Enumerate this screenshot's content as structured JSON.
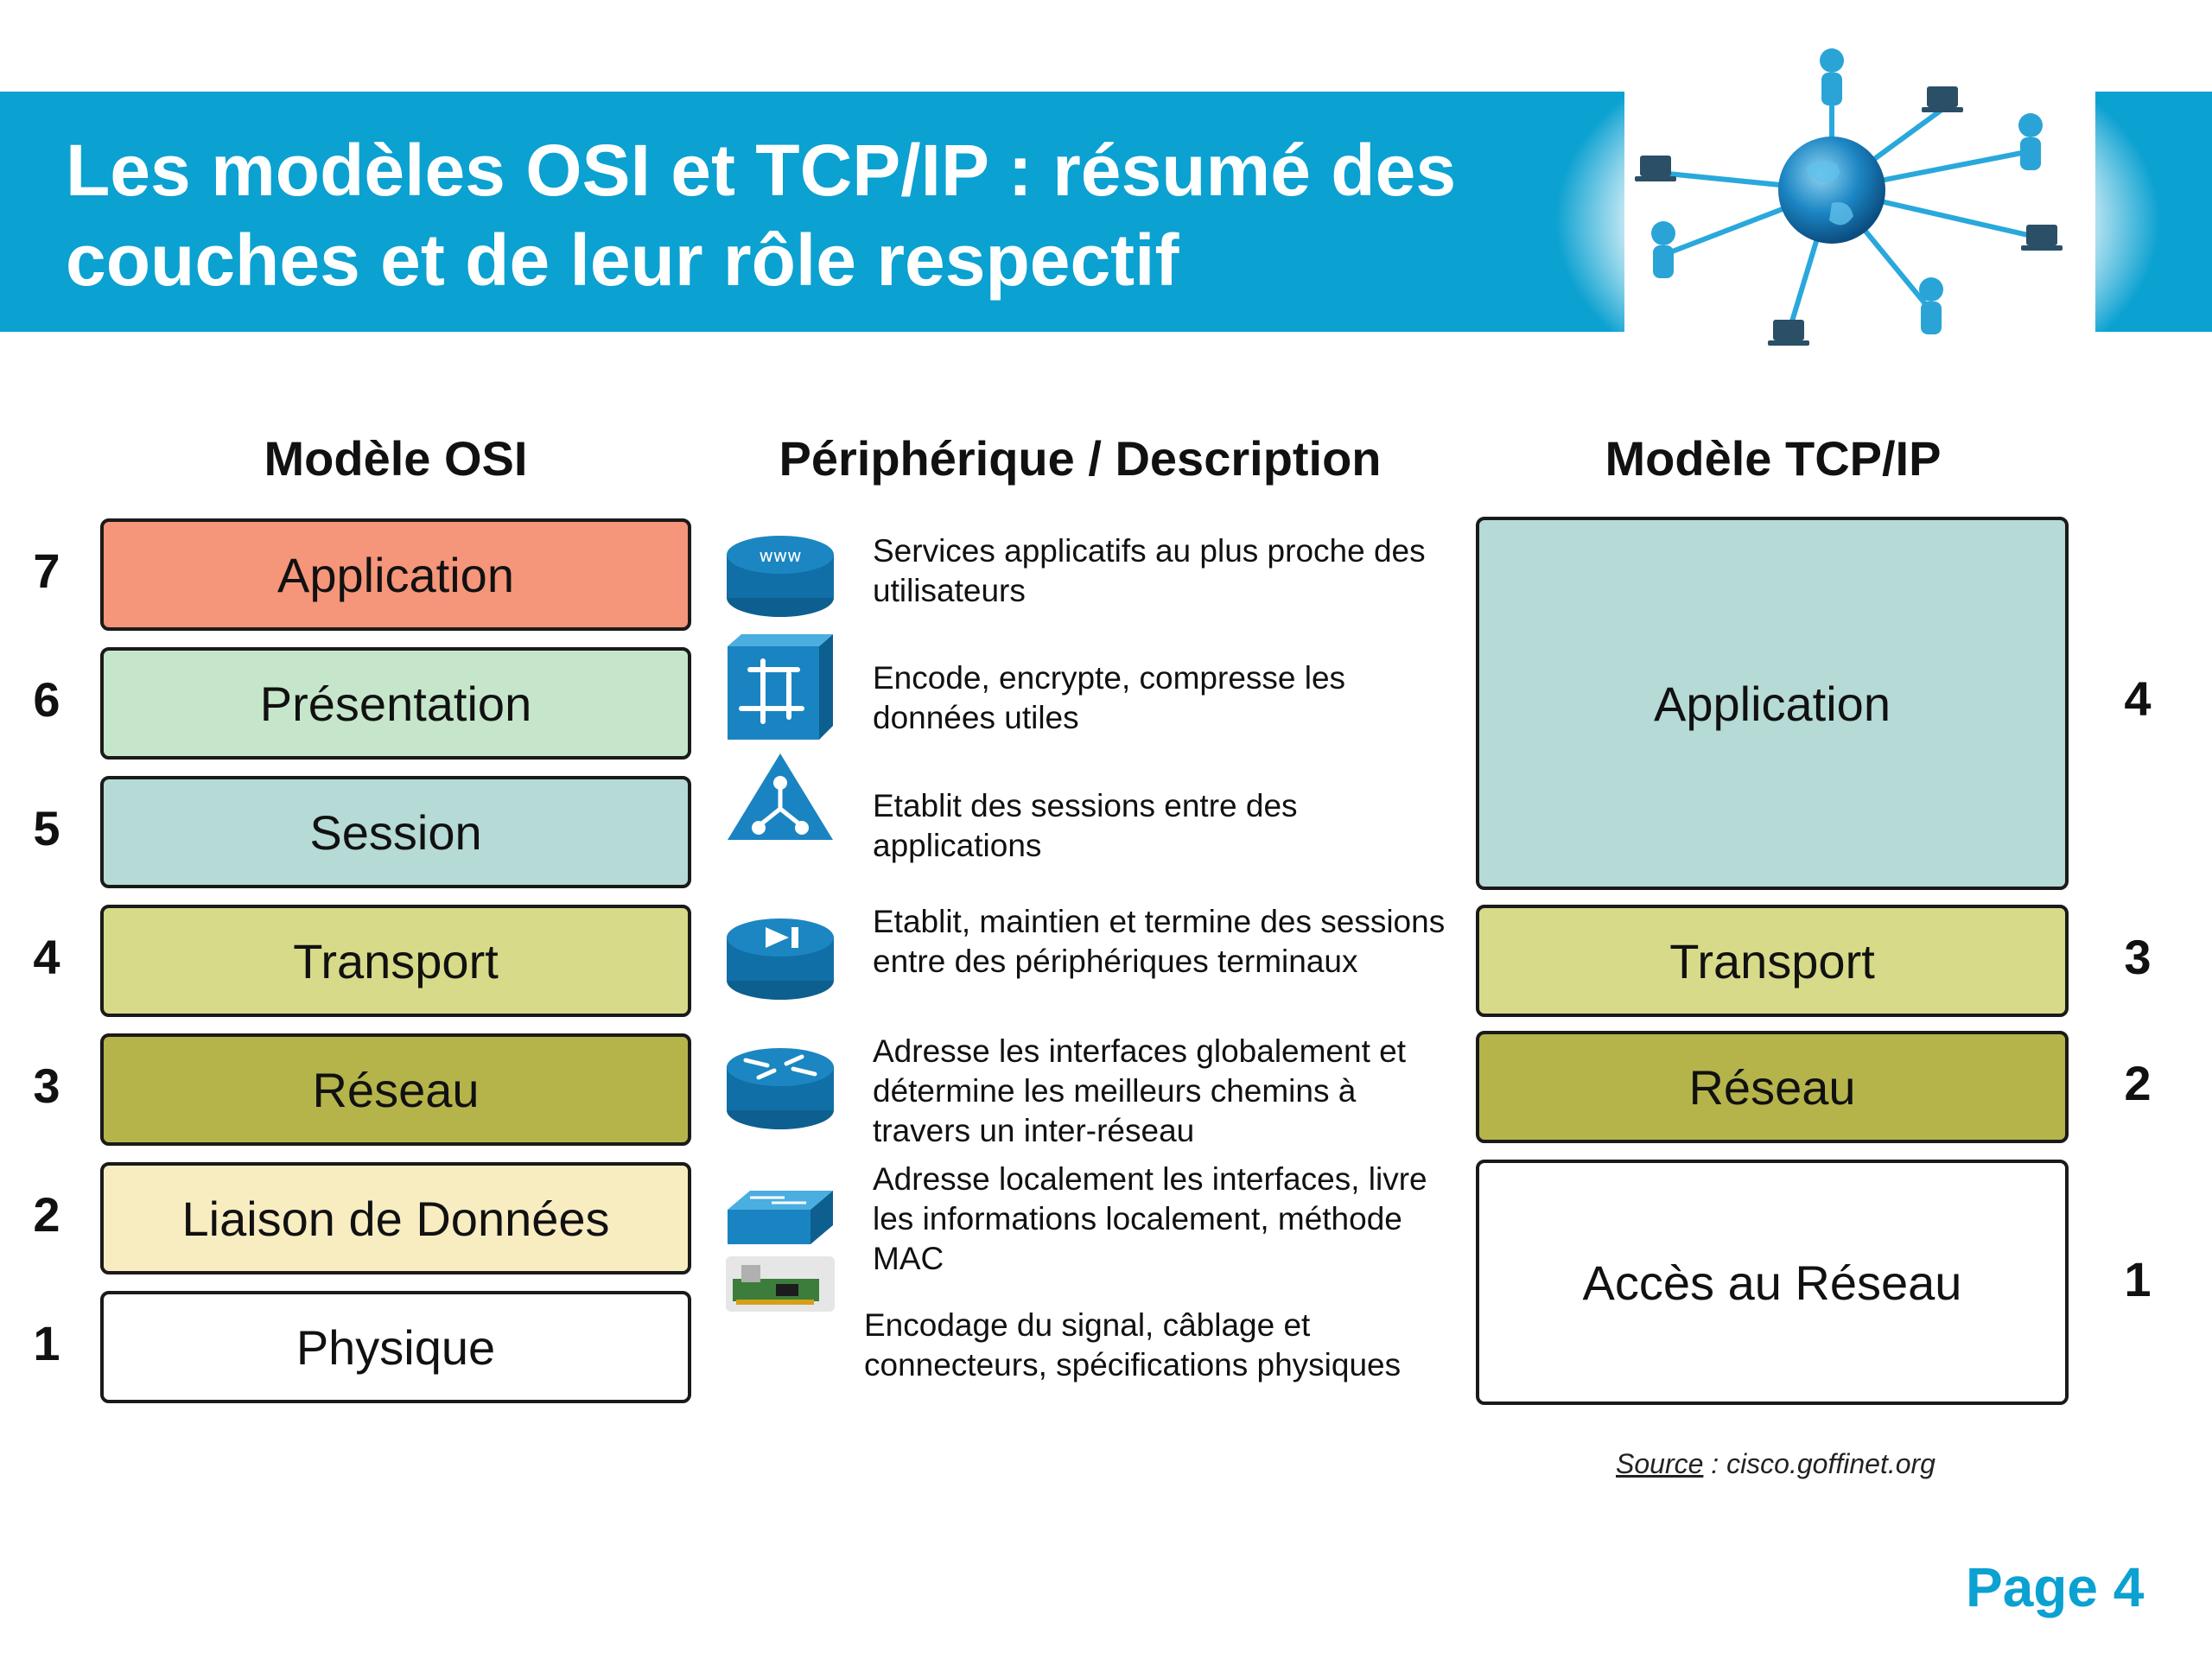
{
  "header": {
    "title_line1": "Les modèles OSI et TCP/IP : résumé des",
    "title_line2": "couches et de leur rôle respectif"
  },
  "columns": {
    "osi": "Modèle OSI",
    "device": "Périphérique / Description",
    "tcpip": "Modèle TCP/IP"
  },
  "osi_layers": [
    {
      "num": "7",
      "label": "Application",
      "color": "#f5957a"
    },
    {
      "num": "6",
      "label": "Présentation",
      "color": "#c6e6cb"
    },
    {
      "num": "5",
      "label": "Session",
      "color": "#b6dad6"
    },
    {
      "num": "4",
      "label": "Transport",
      "color": "#d7da88"
    },
    {
      "num": "3",
      "label": "Réseau",
      "color": "#b5b44b"
    },
    {
      "num": "2",
      "label": "Liaison de Données",
      "color": "#f8edc1"
    },
    {
      "num": "1",
      "label": "Physique",
      "color": "#ffffff"
    }
  ],
  "descriptions": [
    {
      "icon": "www-server-icon",
      "text": "Services applicatifs au plus proche des utilisateurs"
    },
    {
      "icon": "presentation-device-icon",
      "text": "Encode, encrypte, compresse les données utiles"
    },
    {
      "icon": "session-triangle-icon",
      "text": "Etablit des sessions entre des applications"
    },
    {
      "icon": "transport-device-icon",
      "text": "Etablit, maintien et termine des sessions entre des périphériques terminaux"
    },
    {
      "icon": "router-icon",
      "text": "Adresse les interfaces globalement et détermine les meilleurs chemins à travers un inter-réseau"
    },
    {
      "icon": "switch-icon",
      "text": "Adresse localement les interfaces, livre les informations localement, méthode MAC"
    },
    {
      "icon": "network-card-icon",
      "text": "Encodage du signal, câblage et connecteurs, spécifications physiques"
    }
  ],
  "tcpip_layers": [
    {
      "num": "4",
      "label": "Application",
      "color": "#b6dad6"
    },
    {
      "num": "3",
      "label": "Transport",
      "color": "#d7da88"
    },
    {
      "num": "2",
      "label": "Réseau",
      "color": "#b5b44b"
    },
    {
      "num": "1",
      "label": "Accès au Réseau",
      "color": "#ffffff"
    }
  ],
  "source": {
    "label": "Source",
    "value": " : cisco.goffinet.org"
  },
  "page": "Page 4",
  "colors": {
    "accent": "#0ba1d1",
    "icon_blue": "#0f6a9e"
  }
}
